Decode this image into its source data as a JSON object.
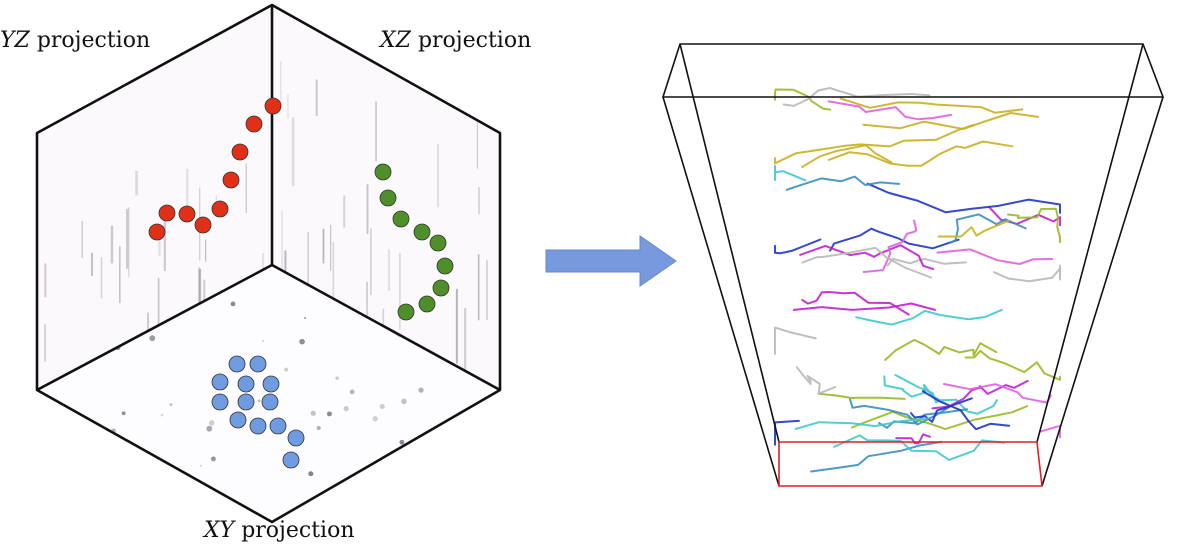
{
  "labels": {
    "yz_var": "YZ",
    "yz_word": "projection",
    "xz_var": "XZ",
    "xz_word": "projection",
    "xy_var": "XY",
    "xy_word": "projection"
  },
  "colors": {
    "yz_points": "#e03018",
    "xz_points": "#4e8f2a",
    "xy_points": "#6f9be0",
    "arrow": "#7799dd",
    "box_edge": "#111111",
    "floor_edge": "#e02020",
    "tracks": [
      "#c020d0",
      "#1f35c8",
      "#c9b020",
      "#40c6cf",
      "#9ab825",
      "#b8b8b8",
      "#3a8fbf",
      "#e060e0"
    ]
  },
  "legend": {
    "projection_cube_icon": "cube-projection-icon",
    "arrow_icon": "right-arrow-icon",
    "volume_icon": "3d-volume-icon"
  }
}
